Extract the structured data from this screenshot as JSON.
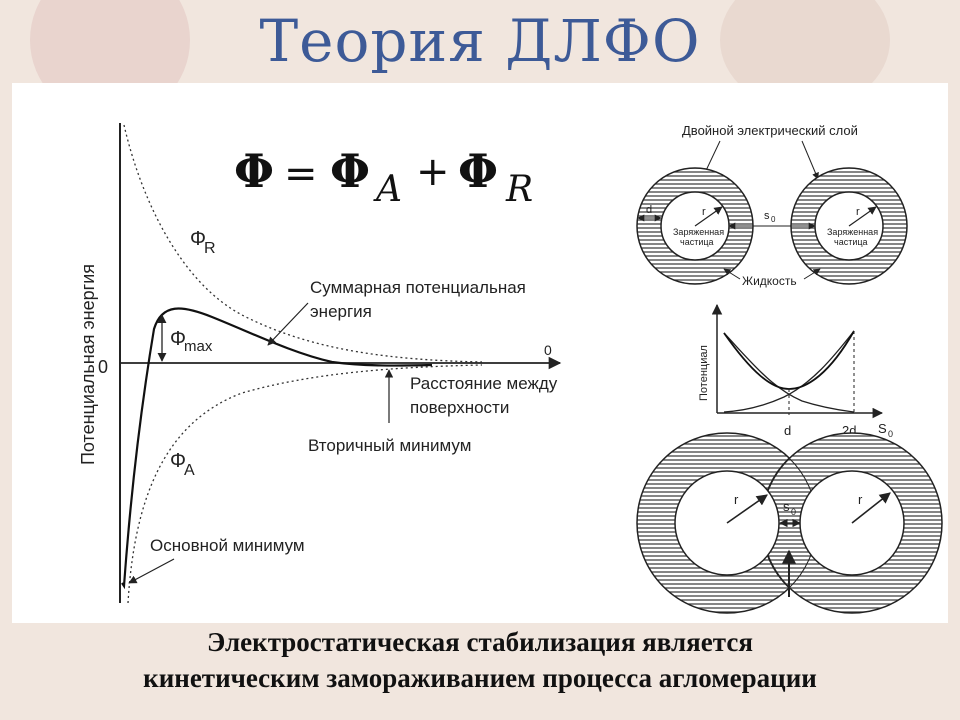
{
  "slide": {
    "title": "Теория ДЛФО",
    "caption_line1": "Электростатическая стабилизация является",
    "caption_line2": "кинетическим замораживанием процесса агломерации"
  },
  "formula": {
    "lhs": "Φ",
    "eq": "=",
    "term1": "Φ",
    "sub1": "A",
    "plus": "+",
    "term2": "Φ",
    "sub2": "R"
  },
  "main_plot": {
    "y_axis_label": "Потенциальная энергия",
    "zero_label": "0",
    "zero_right_label": "0",
    "phi_r_label": "Φ",
    "phi_r_sub": "R",
    "phi_a_label": "Φ",
    "phi_a_sub": "A",
    "phi_max_label": "Φ",
    "phi_max_sub": "max",
    "total_label_line1": "Суммарная потенциальная",
    "total_label_line2": "энергия",
    "distance_label_line1": "Расстояние между",
    "distance_label_line2": "поверхности",
    "secondary_min_label": "Вторичный минимум",
    "primary_min_label": "Основной минимум"
  },
  "edl_diagram": {
    "title": "Двойной электрический слой",
    "d_label": "d",
    "r_label": "r",
    "s0_label": "s",
    "s0_sub": "0",
    "particle_label_line1": "Заряженная",
    "particle_label_line2": "частица",
    "liquid_label": "Жидкость"
  },
  "potential_plot": {
    "y_label": "Потенциал",
    "x_tick_d": "d",
    "x_tick_2d": "2d",
    "x_label": "S",
    "x_sub": "0"
  },
  "overlap_diagram": {
    "r_left": "r",
    "r_right": "r",
    "s0_label": "s",
    "s0_sub": "0"
  },
  "colors": {
    "title": "#3d5a97",
    "background": "#f1e6de",
    "panel": "#ffffff",
    "ink": "#222222"
  }
}
